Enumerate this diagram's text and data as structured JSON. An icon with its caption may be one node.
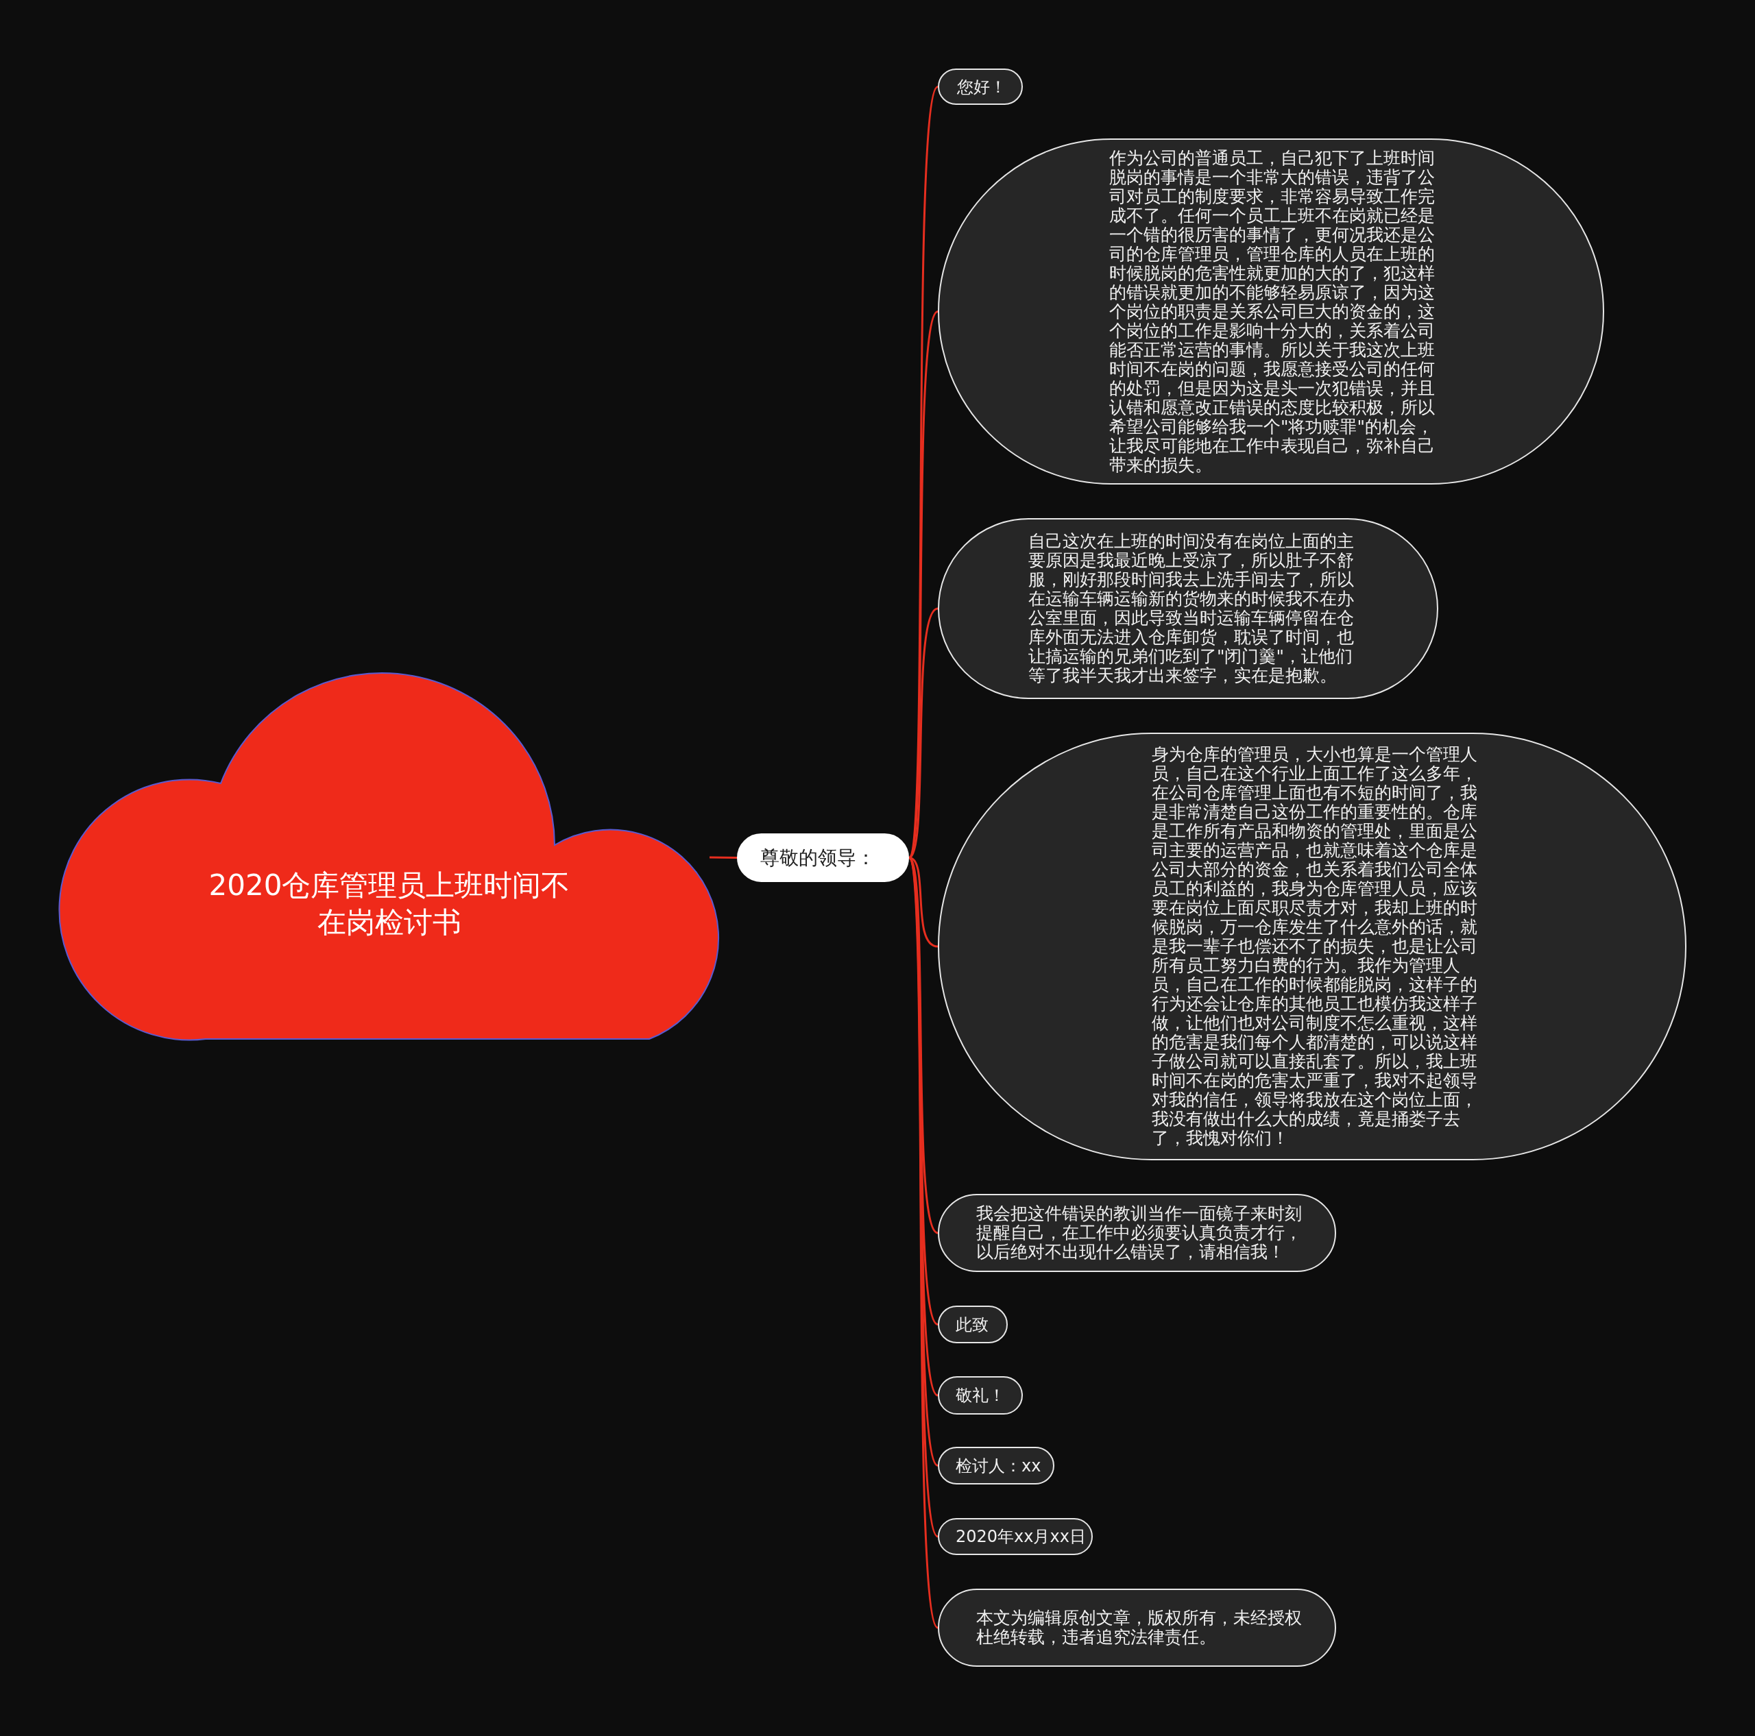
{
  "diagram": {
    "nodes": [
      {
        "text": [
          "2020仓库管理员上班时间不在岗检讨书"
        ]
      },
      {
        "text": [
          "尊敬的领导："
        ]
      },
      {
        "text": [
          "您好！"
        ]
      },
      {
        "text": [
          "作为公司的普通员工，自己犯下了上班时间脱岗的事情是一个非常大的错误，违背了公司对员工的制度要求，非常容易导致工作完成不了。任何一个员工上班不在岗就已经是一个错的很厉害的事情了，更何况我还是公司的仓库管理员，管理仓库的人员在上班的时候脱岗的危害性就更加的大的了，犯这样的错误就更加的不能够轻易原谅了，因为这个岗位的职责是关系公司巨大的资金的，这个岗位的工作是影响十分大的，关系着公司能否正常运营的事情。所以关于我这次上班时间不在岗的问题，我愿意接受公司的任何的处罚，但是因为这是头一次犯错误，并且认错和愿意改正错误的态度比较积极，所以希望公司能够给我一个\"将功赎罪\"的机会，让我尽可能地在工作中表现自己，弥补自己带来的损失。"
        ]
      },
      {
        "text": [
          "自己这次在上班的时间没有在岗位上面的主要原因是我最近晚上受凉了，所以肚子不舒服，刚好那段时间我去上洗手间去了，所以在运输车辆运输新的货物来的时候我不在办公室里面，因此导致当时运输车辆停留在仓库外面无法进入仓库卸货，耽误了时间，也让搞运输的兄弟们吃到了\"闭门羹\"，让他们等了我半天我才出来签字，实在是抱歉。"
        ]
      },
      {
        "text": [
          "身为仓库的管理员，大小也算是一个管理人员，自己在这个行业上面工作了这么多年，在公司仓库管理上面也有不短的时间了，我是非常清楚自己这份工作的重要性的。仓库是工作所有产品和物资的管理处，里面是公司主要的运营产品，也就意味着这个仓库是公司大部分的资金，也关系着我们公司全体员工的利益的，我身为仓库管理人员，应该要在岗位上面尽职尽责才对，我却上班的时候脱岗，万一仓库发生了什么意外的话，就是我一辈子也偿还不了的损失，也是让公司所有员工努力白费的行为。我作为管理人员，自己在工作的时候都能脱岗，这样子的行为还会让仓库的其他员工也模仿我这样子做，让他们也对公司制度不怎么重视，这样的危害是我们每个人都清楚的，可以说这样子做公司就可以直接乱套了。所以，我上班时间不在岗的危害太严重了，我对不起领导对我的信任，领导将我放在这个岗位上面，我没有做出什么大的成绩，竟是捅娄子去了，我愧对你们！"
        ]
      },
      {
        "text": [
          "我会把这件错误的教训当作一面镜子来时刻提醒自己，在工作中必须要认真负责才行，以后绝对不出现什么错误了，请相信我！"
        ]
      },
      {
        "text": [
          "此致"
        ]
      },
      {
        "text": [
          "敬礼！"
        ]
      },
      {
        "text": [
          "检讨人：xx"
        ]
      },
      {
        "text": [
          "2020年xx月xx日"
        ]
      },
      {
        "text": [
          "本文为编辑原创文章，版权所有，未经授权杜绝转载，违者追究法律责任。"
        ]
      }
    ],
    "edges": [
      {
        "from": 0,
        "to": 1,
        "arrow": "none"
      },
      {
        "from": 1,
        "to": 2,
        "arrow": "none"
      },
      {
        "from": 1,
        "to": 3,
        "arrow": "none"
      },
      {
        "from": 1,
        "to": 4,
        "arrow": "none"
      },
      {
        "from": 1,
        "to": 5,
        "arrow": "none"
      },
      {
        "from": 1,
        "to": 6,
        "arrow": "none"
      },
      {
        "from": 1,
        "to": 7,
        "arrow": "none"
      },
      {
        "from": 1,
        "to": 8,
        "arrow": "none"
      },
      {
        "from": 1,
        "to": 9,
        "arrow": "none"
      },
      {
        "from": 1,
        "to": 10,
        "arrow": "none"
      },
      {
        "from": 1,
        "to": 11,
        "arrow": "none"
      }
    ]
  }
}
